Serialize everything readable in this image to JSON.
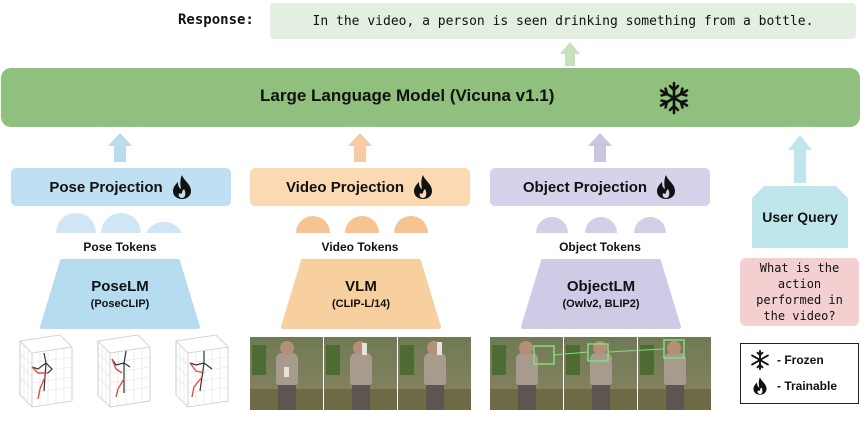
{
  "response": {
    "label": "Response:",
    "text": "In the video, a person is seen drinking something from a bottle."
  },
  "llm": {
    "title": "Large Language Model (Vicuna v1.1)",
    "status_icon": "snowflake-icon"
  },
  "branches": [
    {
      "key": "pose",
      "projection_label": "Pose Projection",
      "tokens_label": "Pose Tokens",
      "encoder_title": "PoseLM",
      "encoder_subtitle": "(PoseCLIP)",
      "status_icon": "flame-icon",
      "colors": {
        "projection": "#bfe0f2",
        "encoder": "#b6dcf0",
        "token": "#cfe6f6",
        "arrow": "#b9dcef"
      }
    },
    {
      "key": "video",
      "projection_label": "Video Projection",
      "tokens_label": "Video Tokens",
      "encoder_title": "VLM",
      "encoder_subtitle": "(CLIP-L/14)",
      "status_icon": "flame-icon",
      "colors": {
        "projection": "#fbd9b3",
        "encoder": "#f8cf9e",
        "token": "#f7c392",
        "arrow": "#f8cba5"
      }
    },
    {
      "key": "object",
      "projection_label": "Object Projection",
      "tokens_label": "Object Tokens",
      "encoder_title": "ObjectLM",
      "encoder_subtitle": "(Owlv2, BLIP2)",
      "status_icon": "flame-icon",
      "colors": {
        "projection": "#d5d2e9",
        "encoder": "#cfcbe6",
        "token": "#d3cfe7",
        "arrow": "#cac6e2"
      }
    }
  ],
  "user_query": {
    "label": "User Query",
    "question": "What is the action performed in the video?",
    "color": "#bfe6ea"
  },
  "legend": {
    "frozen_label": "- Frozen",
    "trainable_label": "- Trainable"
  },
  "colors": {
    "llm": "#8fc07d",
    "response_box": "#e3efe0",
    "response_arrow": "#c6e2bd",
    "query_box": "#f4cfd0"
  }
}
